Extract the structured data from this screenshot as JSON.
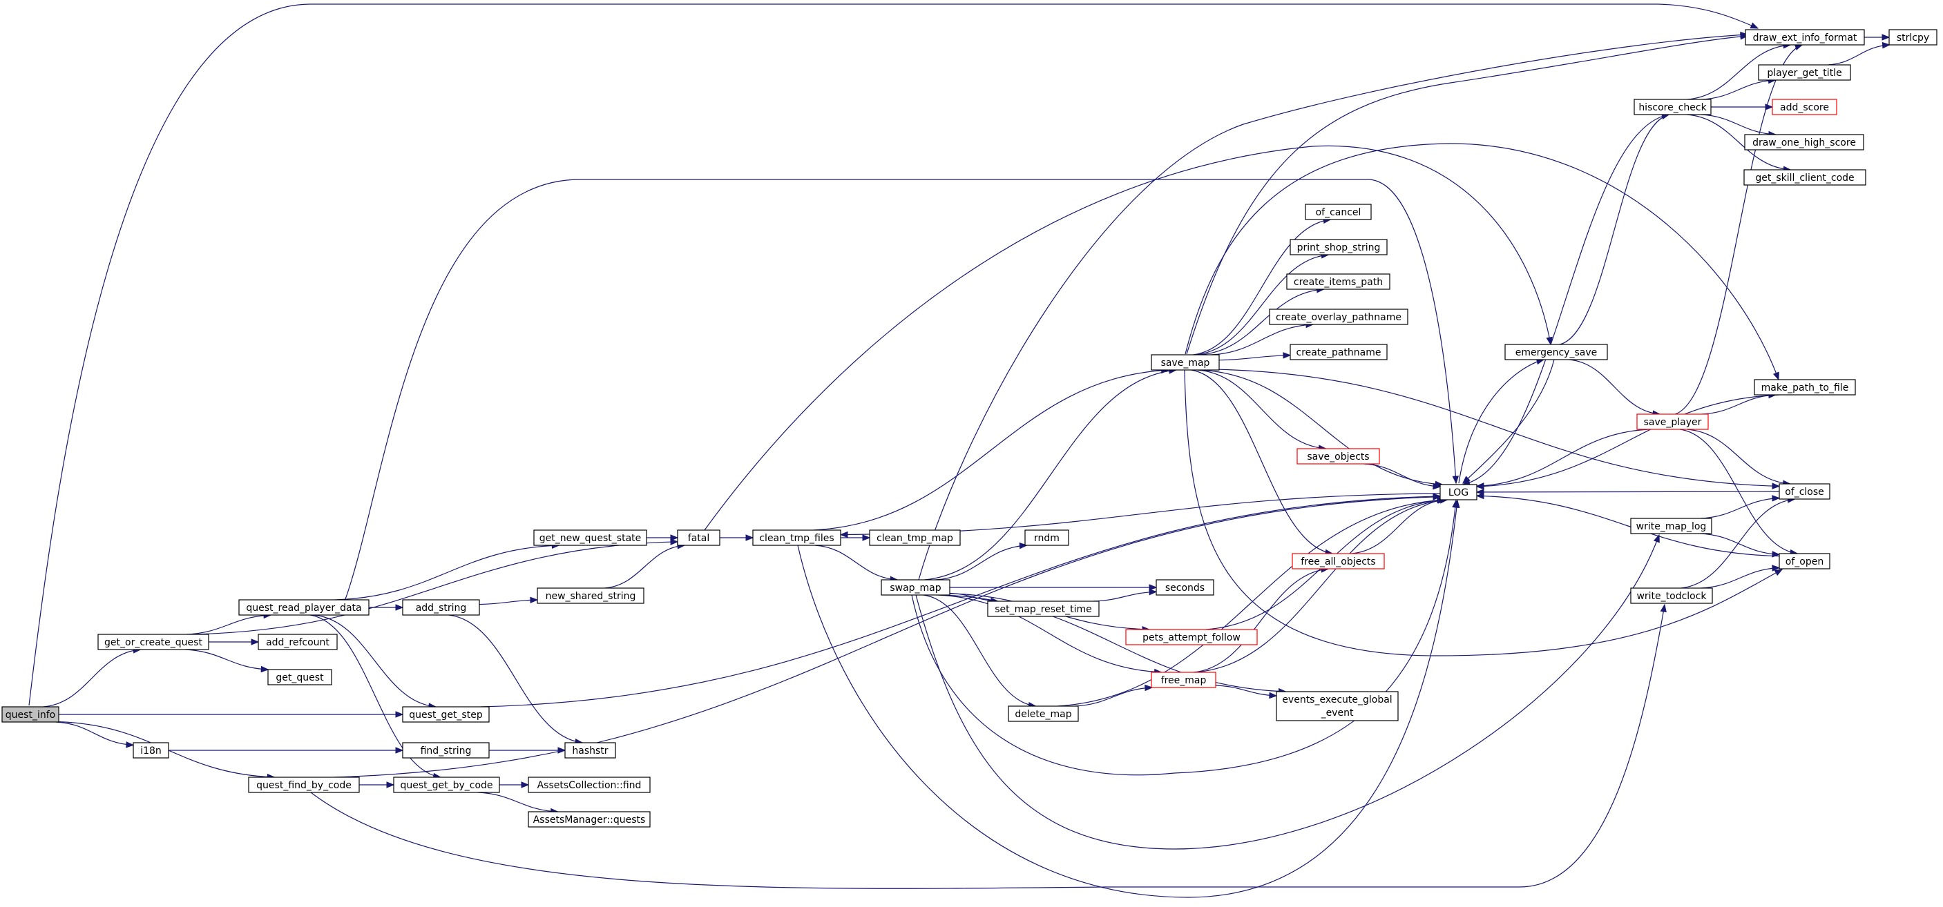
{
  "colors": {
    "edge": "#191970",
    "node_border": "#000000",
    "node_fill": "#ffffff",
    "root_fill": "#bfbfbf",
    "truncated_border": "#ff0000"
  },
  "nodes": [
    {
      "id": "quest_info",
      "label": "quest_info",
      "style": "root"
    },
    {
      "id": "get_or_create_quest",
      "label": "get_or_create_quest"
    },
    {
      "id": "quest_read_player_data",
      "label": "quest_read_player_data"
    },
    {
      "id": "add_refcount",
      "label": "add_refcount"
    },
    {
      "id": "get_quest",
      "label": "get_quest"
    },
    {
      "id": "quest_get_step",
      "label": "quest_get_step"
    },
    {
      "id": "i18n",
      "label": "i18n"
    },
    {
      "id": "find_string",
      "label": "find_string"
    },
    {
      "id": "hashstr",
      "label": "hashstr"
    },
    {
      "id": "quest_find_by_code",
      "label": "quest_find_by_code"
    },
    {
      "id": "quest_get_by_code",
      "label": "quest_get_by_code"
    },
    {
      "id": "assets_find",
      "label": "AssetsCollection::find"
    },
    {
      "id": "assets_quests",
      "label": "AssetsManager::quests"
    },
    {
      "id": "add_string",
      "label": "add_string"
    },
    {
      "id": "new_shared_string",
      "label": "new_shared_string"
    },
    {
      "id": "get_new_quest_state",
      "label": "get_new_quest_state"
    },
    {
      "id": "fatal",
      "label": "fatal"
    },
    {
      "id": "clean_tmp_files",
      "label": "clean_tmp_files"
    },
    {
      "id": "clean_tmp_map",
      "label": "clean_tmp_map"
    },
    {
      "id": "swap_map",
      "label": "swap_map"
    },
    {
      "id": "save_map",
      "label": "save_map"
    },
    {
      "id": "rndm",
      "label": "rndm"
    },
    {
      "id": "seconds",
      "label": "seconds"
    },
    {
      "id": "set_map_reset_time",
      "label": "set_map_reset_time"
    },
    {
      "id": "pets_attempt_follow",
      "label": "pets_attempt_follow",
      "style": "truncated"
    },
    {
      "id": "delete_map",
      "label": "delete_map"
    },
    {
      "id": "free_map",
      "label": "free_map",
      "style": "truncated"
    },
    {
      "id": "events_execute_global_event",
      "label": "events_execute_global",
      "label2": "_event"
    },
    {
      "id": "of_cancel",
      "label": "of_cancel"
    },
    {
      "id": "print_shop_string",
      "label": "print_shop_string"
    },
    {
      "id": "create_items_path",
      "label": "create_items_path"
    },
    {
      "id": "create_overlay_pathname",
      "label": "create_overlay_pathname"
    },
    {
      "id": "create_pathname",
      "label": "create_pathname"
    },
    {
      "id": "save_objects",
      "label": "save_objects",
      "style": "truncated"
    },
    {
      "id": "free_all_objects",
      "label": "free_all_objects",
      "style": "truncated"
    },
    {
      "id": "LOG",
      "label": "LOG"
    },
    {
      "id": "emergency_save",
      "label": "emergency_save"
    },
    {
      "id": "hiscore_check",
      "label": "hiscore_check"
    },
    {
      "id": "save_player",
      "label": "save_player",
      "style": "truncated"
    },
    {
      "id": "write_map_log",
      "label": "write_map_log"
    },
    {
      "id": "write_todclock",
      "label": "write_todclock"
    },
    {
      "id": "draw_ext_info_format",
      "label": "draw_ext_info_format"
    },
    {
      "id": "strlcpy",
      "label": "strlcpy"
    },
    {
      "id": "player_get_title",
      "label": "player_get_title"
    },
    {
      "id": "add_score",
      "label": "add_score",
      "style": "truncated"
    },
    {
      "id": "draw_one_high_score",
      "label": "draw_one_high_score"
    },
    {
      "id": "get_skill_client_code",
      "label": "get_skill_client_code"
    },
    {
      "id": "make_path_to_file",
      "label": "make_path_to_file"
    },
    {
      "id": "of_close",
      "label": "of_close"
    },
    {
      "id": "of_open",
      "label": "of_open"
    }
  ],
  "edges": [
    [
      "quest_info",
      "get_or_create_quest"
    ],
    [
      "quest_info",
      "quest_get_step"
    ],
    [
      "quest_info",
      "i18n"
    ],
    [
      "quest_info",
      "quest_find_by_code"
    ],
    [
      "quest_info",
      "draw_ext_info_format"
    ],
    [
      "get_or_create_quest",
      "quest_read_player_data"
    ],
    [
      "get_or_create_quest",
      "add_refcount"
    ],
    [
      "get_or_create_quest",
      "get_quest"
    ],
    [
      "get_or_create_quest",
      "fatal"
    ],
    [
      "quest_read_player_data",
      "get_new_quest_state"
    ],
    [
      "quest_read_player_data",
      "add_string"
    ],
    [
      "quest_read_player_data",
      "quest_get_step"
    ],
    [
      "quest_read_player_data",
      "quest_get_by_code"
    ],
    [
      "quest_read_player_data",
      "LOG"
    ],
    [
      "i18n",
      "find_string"
    ],
    [
      "find_string",
      "hashstr"
    ],
    [
      "quest_find_by_code",
      "quest_get_by_code"
    ],
    [
      "quest_find_by_code",
      "LOG"
    ],
    [
      "quest_get_by_code",
      "assets_find"
    ],
    [
      "quest_get_by_code",
      "assets_quests"
    ],
    [
      "quest_get_step",
      "LOG"
    ],
    [
      "add_string",
      "new_shared_string"
    ],
    [
      "add_string",
      "hashstr"
    ],
    [
      "new_shared_string",
      "fatal"
    ],
    [
      "get_new_quest_state",
      "fatal"
    ],
    [
      "fatal",
      "clean_tmp_files"
    ],
    [
      "fatal",
      "emergency_save"
    ],
    [
      "clean_tmp_files",
      "clean_tmp_map"
    ],
    [
      "clean_tmp_files",
      "swap_map"
    ],
    [
      "clean_tmp_files",
      "save_map"
    ],
    [
      "clean_tmp_files",
      "LOG"
    ],
    [
      "swap_map",
      "rndm"
    ],
    [
      "swap_map",
      "seconds"
    ],
    [
      "swap_map",
      "set_map_reset_time"
    ],
    [
      "swap_map",
      "pets_attempt_follow"
    ],
    [
      "swap_map",
      "delete_map"
    ],
    [
      "swap_map",
      "free_map"
    ],
    [
      "swap_map",
      "save_map"
    ],
    [
      "swap_map",
      "LOG"
    ],
    [
      "swap_map",
      "events_execute_global_event"
    ],
    [
      "swap_map",
      "write_map_log"
    ],
    [
      "swap_map",
      "draw_ext_info_format"
    ],
    [
      "set_map_reset_time",
      "seconds"
    ],
    [
      "delete_map",
      "free_map"
    ],
    [
      "delete_map",
      "LOG"
    ],
    [
      "free_map",
      "free_all_objects"
    ],
    [
      "free_map",
      "events_execute_global_event"
    ],
    [
      "free_map",
      "LOG"
    ],
    [
      "pets_attempt_follow",
      "LOG"
    ],
    [
      "save_map",
      "of_cancel"
    ],
    [
      "save_map",
      "print_shop_string"
    ],
    [
      "save_map",
      "create_items_path"
    ],
    [
      "save_map",
      "create_overlay_pathname"
    ],
    [
      "save_map",
      "create_pathname"
    ],
    [
      "save_map",
      "save_objects"
    ],
    [
      "save_map",
      "free_all_objects"
    ],
    [
      "save_map",
      "LOG"
    ],
    [
      "save_map",
      "draw_ext_info_format"
    ],
    [
      "save_map",
      "make_path_to_file"
    ],
    [
      "save_map",
      "of_close"
    ],
    [
      "save_map",
      "of_open"
    ],
    [
      "save_objects",
      "LOG"
    ],
    [
      "free_all_objects",
      "LOG"
    ],
    [
      "LOG",
      "clean_tmp_files"
    ],
    [
      "LOG",
      "emergency_save"
    ],
    [
      "emergency_save",
      "LOG"
    ],
    [
      "emergency_save",
      "hiscore_check"
    ],
    [
      "emergency_save",
      "save_player"
    ],
    [
      "hiscore_check",
      "LOG"
    ],
    [
      "hiscore_check",
      "draw_ext_info_format"
    ],
    [
      "hiscore_check",
      "player_get_title"
    ],
    [
      "hiscore_check",
      "add_score"
    ],
    [
      "hiscore_check",
      "draw_one_high_score"
    ],
    [
      "hiscore_check",
      "get_skill_client_code"
    ],
    [
      "save_player",
      "LOG"
    ],
    [
      "save_player",
      "draw_ext_info_format"
    ],
    [
      "save_player",
      "make_path_to_file"
    ],
    [
      "save_player",
      "of_close"
    ],
    [
      "save_player",
      "of_open"
    ],
    [
      "make_path_to_file",
      "LOG"
    ],
    [
      "of_close",
      "LOG"
    ],
    [
      "of_open",
      "LOG"
    ],
    [
      "write_map_log",
      "of_close"
    ],
    [
      "write_map_log",
      "of_open"
    ],
    [
      "write_todclock",
      "of_close"
    ],
    [
      "write_todclock",
      "of_open"
    ],
    [
      "player_get_title",
      "strlcpy"
    ],
    [
      "draw_ext_info_format",
      "strlcpy"
    ],
    [
      "quest_find_by_code",
      "write_todclock"
    ]
  ]
}
